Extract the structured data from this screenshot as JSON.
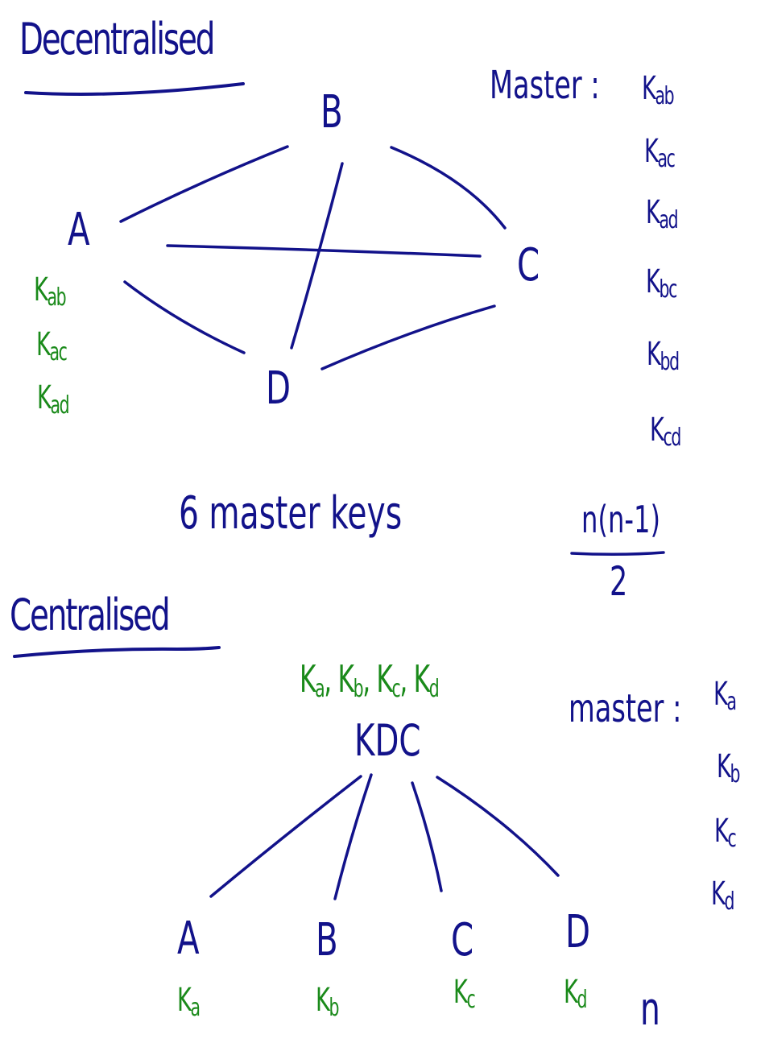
{
  "colors": {
    "ink_blue": "#12128a",
    "ink_green": "#1a8a1a",
    "background": "#ffffff"
  },
  "decentralised": {
    "title": "Decentralised",
    "nodes": [
      "A",
      "B",
      "C",
      "D"
    ],
    "edges": [
      [
        "A",
        "B"
      ],
      [
        "A",
        "C"
      ],
      [
        "A",
        "D"
      ],
      [
        "B",
        "C"
      ],
      [
        "B",
        "D"
      ],
      [
        "C",
        "D"
      ]
    ],
    "node_a_keys": [
      {
        "base": "K",
        "sub": "ab"
      },
      {
        "base": "K",
        "sub": "ac"
      },
      {
        "base": "K",
        "sub": "ad"
      }
    ],
    "master_label": "Master :",
    "master_keys": [
      {
        "base": "K",
        "sub": "ab"
      },
      {
        "base": "K",
        "sub": "ac"
      },
      {
        "base": "K",
        "sub": "ad"
      },
      {
        "base": "K",
        "sub": "bc"
      },
      {
        "base": "K",
        "sub": "bd"
      },
      {
        "base": "K",
        "sub": "cd"
      }
    ],
    "summary": "6 master keys",
    "formula_numerator": "n(n-1)",
    "formula_denominator": "2"
  },
  "centralised": {
    "title": "Centralised",
    "kdc_keys": "Ka, Kb, Kc, Kd",
    "kdc_keys_list": [
      {
        "base": "K",
        "sub": "a"
      },
      {
        "base": "K",
        "sub": "b"
      },
      {
        "base": "K",
        "sub": "c"
      },
      {
        "base": "K",
        "sub": "d"
      }
    ],
    "hub": "KDC",
    "master_label": "master :",
    "master_keys": [
      {
        "base": "K",
        "sub": "a"
      },
      {
        "base": "K",
        "sub": "b"
      },
      {
        "base": "K",
        "sub": "c"
      },
      {
        "base": "K",
        "sub": "d"
      }
    ],
    "nodes": [
      {
        "name": "A",
        "key_base": "K",
        "key_sub": "a"
      },
      {
        "name": "B",
        "key_base": "K",
        "key_sub": "b"
      },
      {
        "name": "C",
        "key_base": "K",
        "key_sub": "c"
      },
      {
        "name": "D",
        "key_base": "K",
        "key_sub": "d"
      }
    ],
    "summary": "n"
  }
}
